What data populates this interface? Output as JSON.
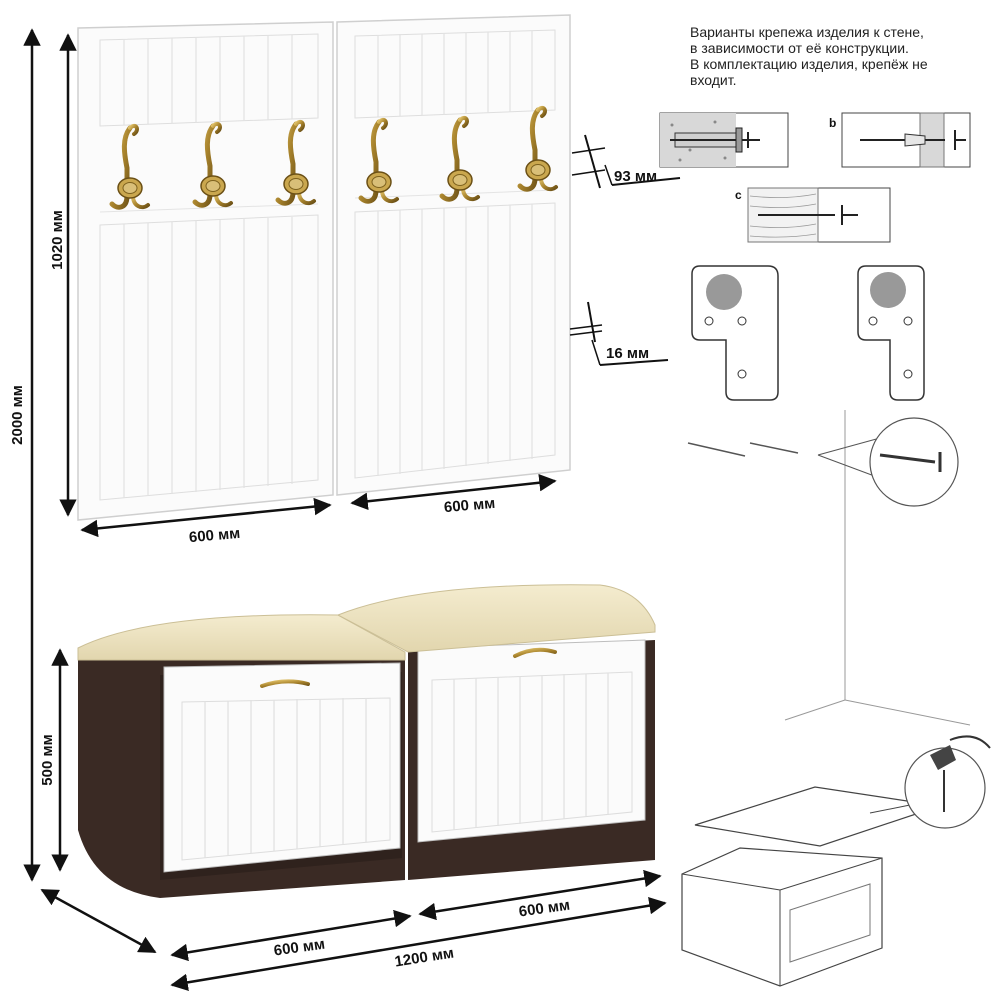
{
  "dimensions": {
    "total_height": "2000 мм",
    "panel_height": "1020 мм",
    "panel_width_left": "600 мм",
    "panel_width_right": "600 мм",
    "hook_depth": "93 мм",
    "panel_thickness": "16 мм",
    "bench_height": "500 мм",
    "bench_width_left": "600 мм",
    "bench_width_right": "600 мм",
    "bench_total_width": "1200 мм"
  },
  "mounting_note": {
    "lines": [
      "Варианты крепежа изделия к стене,",
      "в зависимости от её конструкции.",
      "В комплектацию изделия, крепёж не",
      "входит."
    ]
  },
  "mounting_variants": {
    "b": "b",
    "c": "c"
  },
  "colors": {
    "panel_white": "#fbfbfb",
    "cushion": "#efe6c6",
    "wenge": "#3a2a24",
    "brass": "#b08d3a"
  }
}
